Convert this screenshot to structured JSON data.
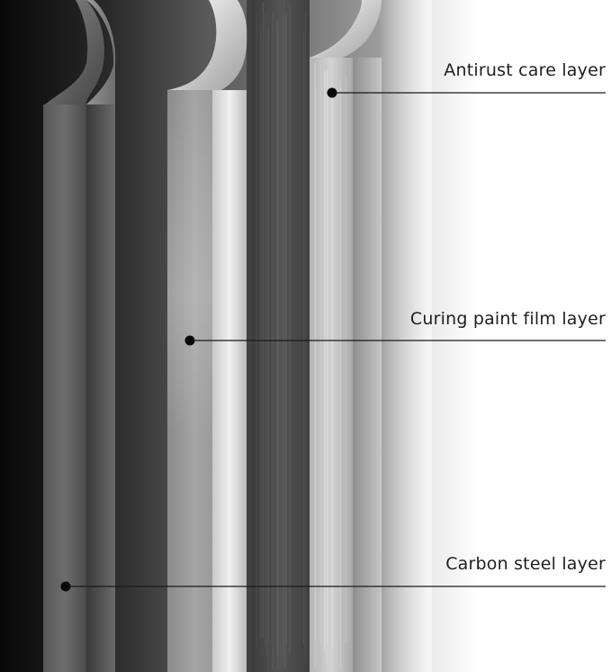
{
  "colors": {
    "background_dark": "#0d0d0d",
    "background_light": "#ffffff",
    "callout_line": "#1a1a1a",
    "label_text": "#1e1e1e"
  },
  "layers": [
    {
      "id": "antirust",
      "label": "Antirust care layer"
    },
    {
      "id": "curing",
      "label": "Curing paint film layer"
    },
    {
      "id": "carbon",
      "label": "Carbon steel layer"
    }
  ]
}
